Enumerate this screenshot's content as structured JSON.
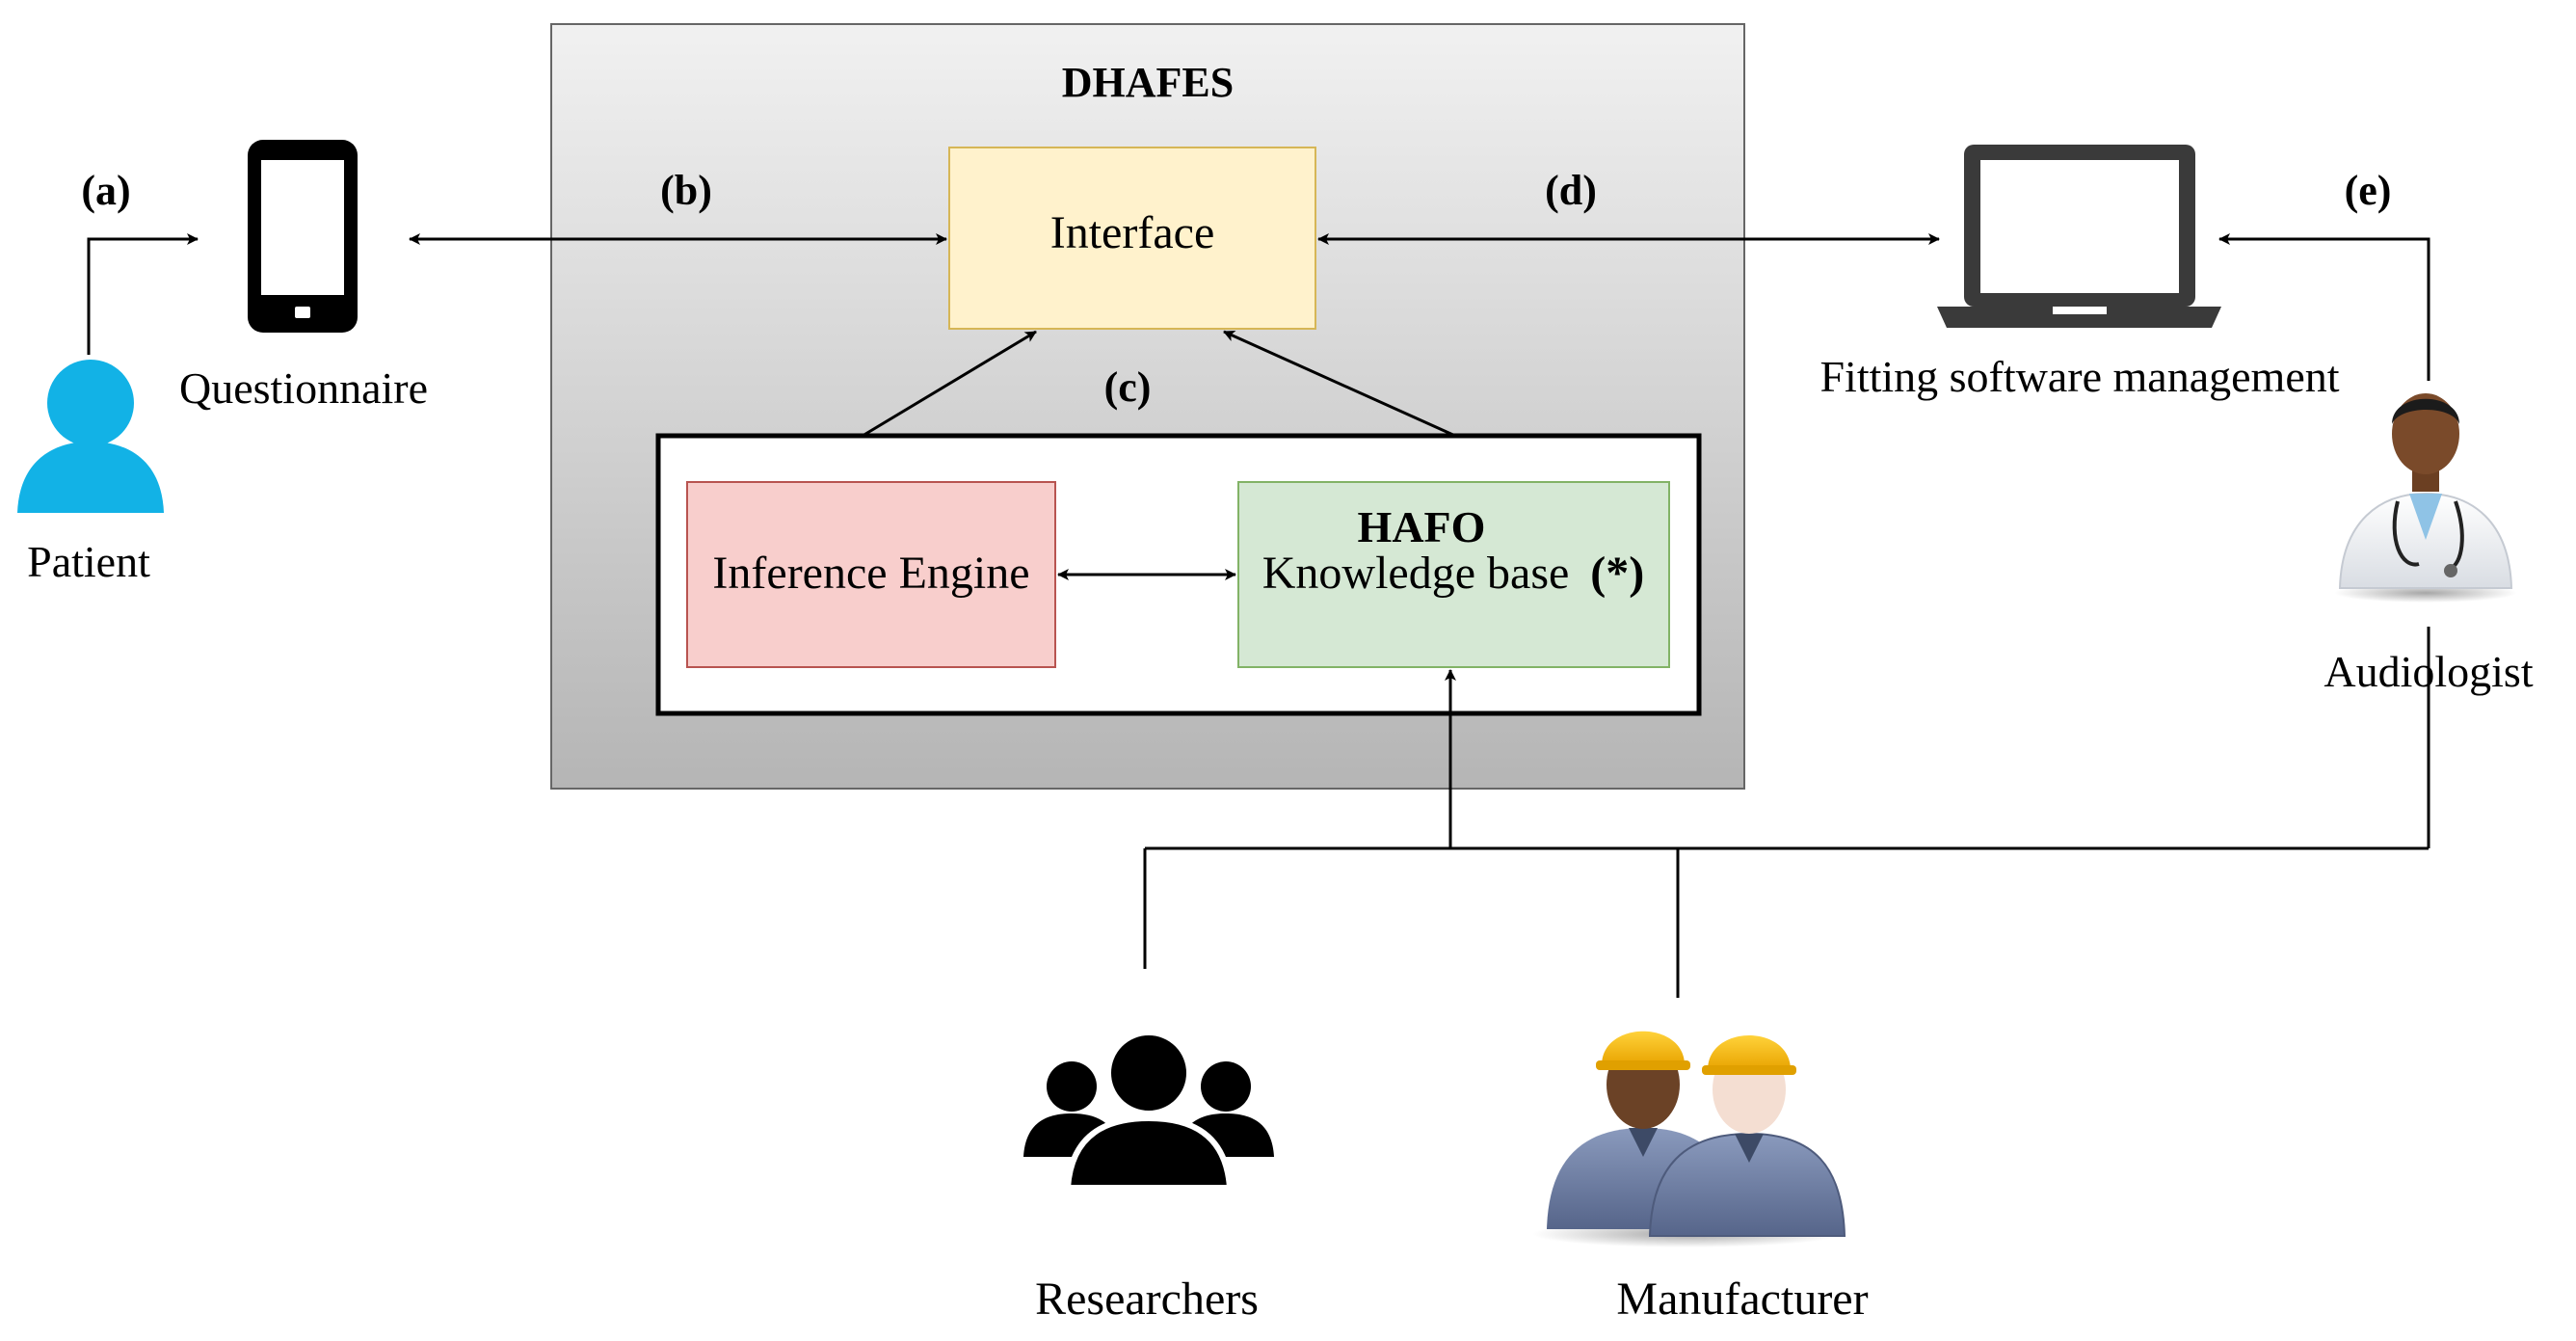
{
  "system": {
    "title": "DHAFES"
  },
  "interface": {
    "label": "Interface"
  },
  "engine": {
    "label": "Inference Engine"
  },
  "kb": {
    "title": "HAFO",
    "label": "Knowledge base",
    "mark": "(*)"
  },
  "steps": {
    "a": "(a)",
    "b": "(b)",
    "c": "(c)",
    "d": "(d)",
    "e": "(e)"
  },
  "actors": {
    "patient": "Patient",
    "questionnaire": "Questionnaire",
    "fitting": "Fitting software management",
    "audiologist": "Audiologist",
    "researchers": "Researchers",
    "manufacturer": "Manufacturer"
  },
  "colors": {
    "system_bg_top": "#f1f1f1",
    "system_bg_bottom": "#b5b5b5",
    "interface_fill": "#fff2cc",
    "interface_stroke": "#d6b656",
    "engine_fill": "#f8cecc",
    "engine_stroke": "#b85450",
    "kb_fill": "#d5e8d4",
    "kb_stroke": "#82b366",
    "patient_icon": "#12b2e6",
    "helmet": "#f5b800",
    "uniform": "#6e7fa3"
  },
  "icons": [
    "smartphone-icon",
    "patient-icon",
    "laptop-icon",
    "audiologist-icon",
    "researchers-icon",
    "manufacturer-icon"
  ]
}
